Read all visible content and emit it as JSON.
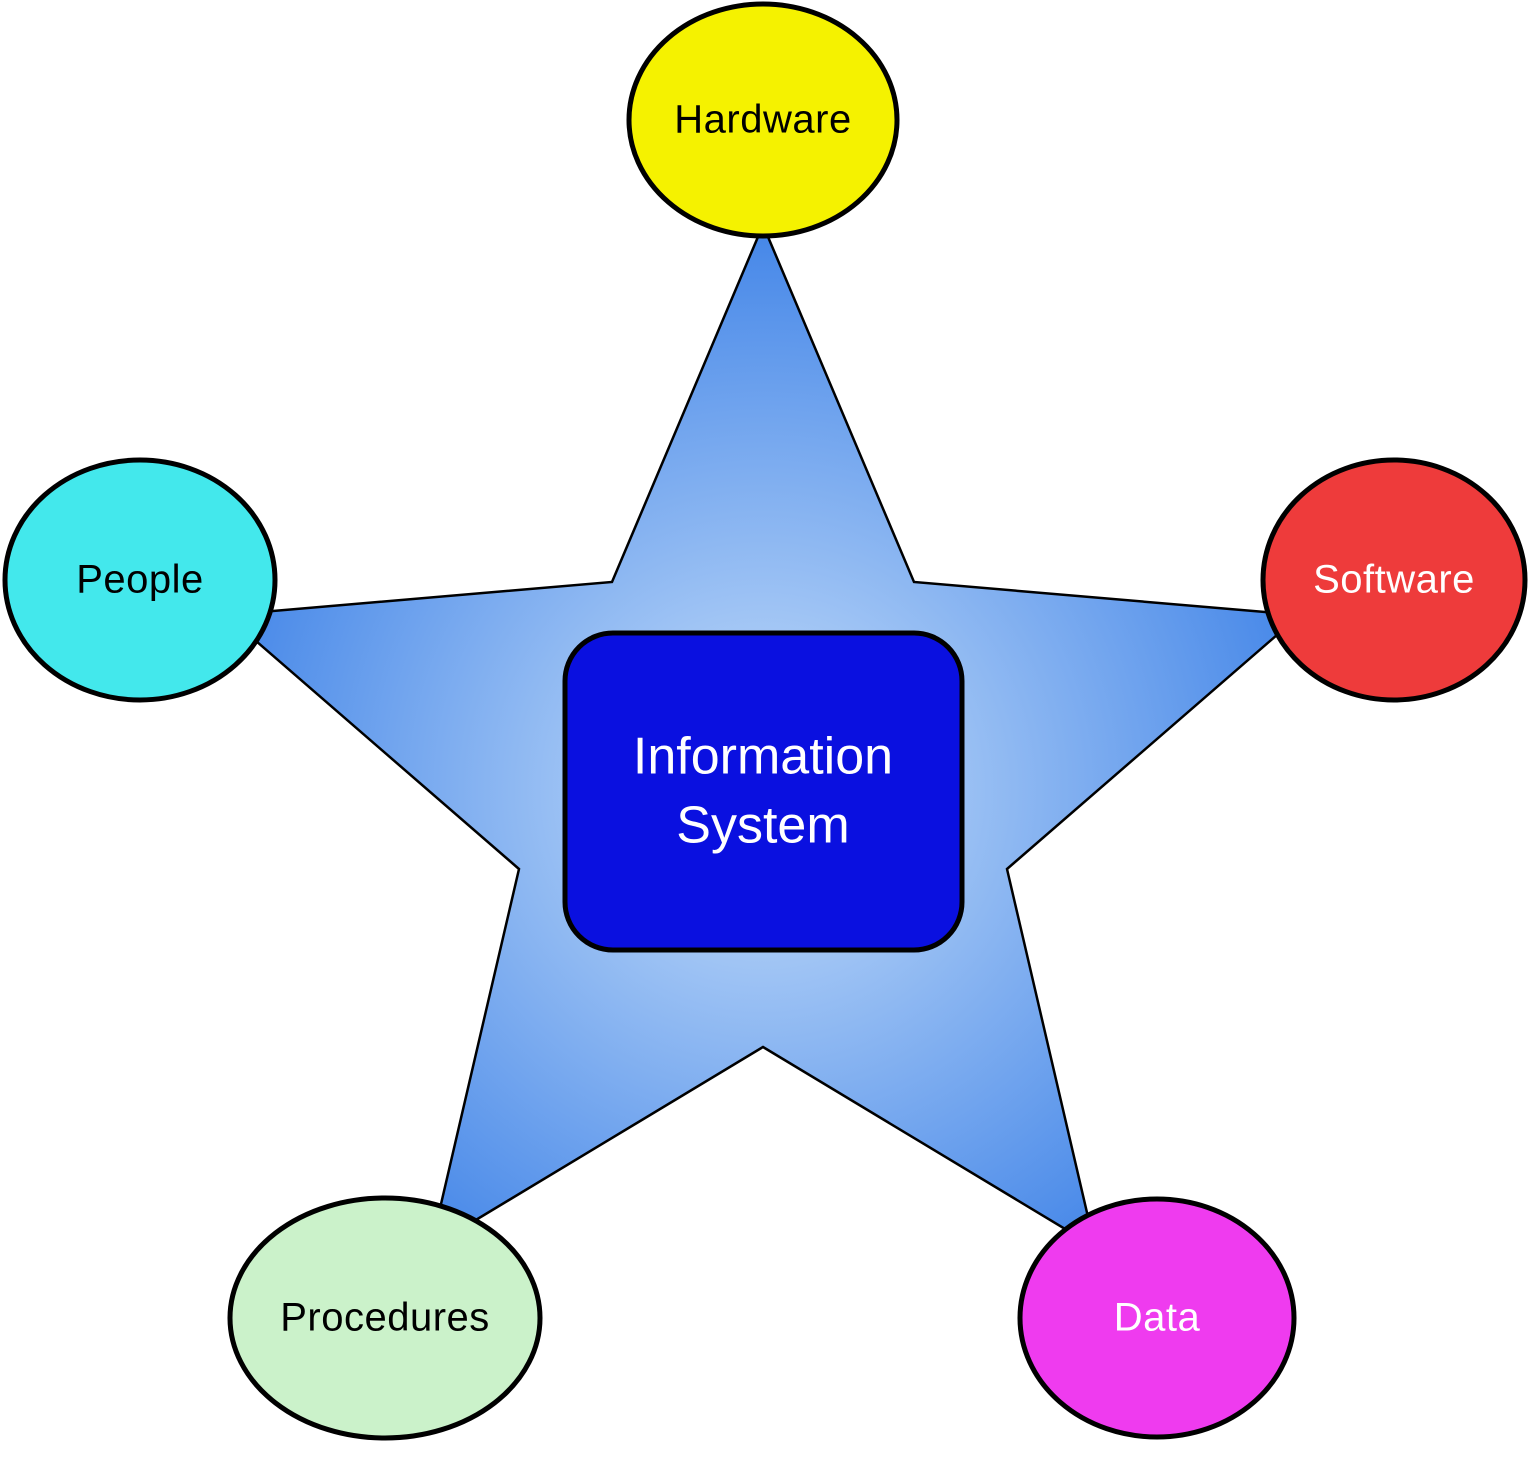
{
  "diagram": {
    "title": "Information System components star diagram",
    "background_color": "#ffffff",
    "center_box": {
      "label_line1": "Information",
      "label_line2": "System",
      "fill": "#0a10e0",
      "text_color": "#ffffff",
      "border_color": "#000000"
    },
    "star": {
      "gradient_center": "#c9e0fa",
      "gradient_edge": "#4486e8",
      "outline_color": "#000000"
    },
    "nodes": [
      {
        "id": "hardware",
        "label": "Hardware",
        "fill": "#f5f200",
        "text_color": "#000000",
        "position": "top"
      },
      {
        "id": "software",
        "label": "Software",
        "fill": "#ee3b3b",
        "text_color": "#ffffff",
        "position": "right"
      },
      {
        "id": "data",
        "label": "Data",
        "fill": "#ef3bef",
        "text_color": "#ffffff",
        "position": "bottom-right"
      },
      {
        "id": "procedures",
        "label": "Procedures",
        "fill": "#cbf2ca",
        "text_color": "#000000",
        "position": "bottom-left"
      },
      {
        "id": "people",
        "label": "People",
        "fill": "#43e8ec",
        "text_color": "#000000",
        "position": "left"
      }
    ]
  }
}
